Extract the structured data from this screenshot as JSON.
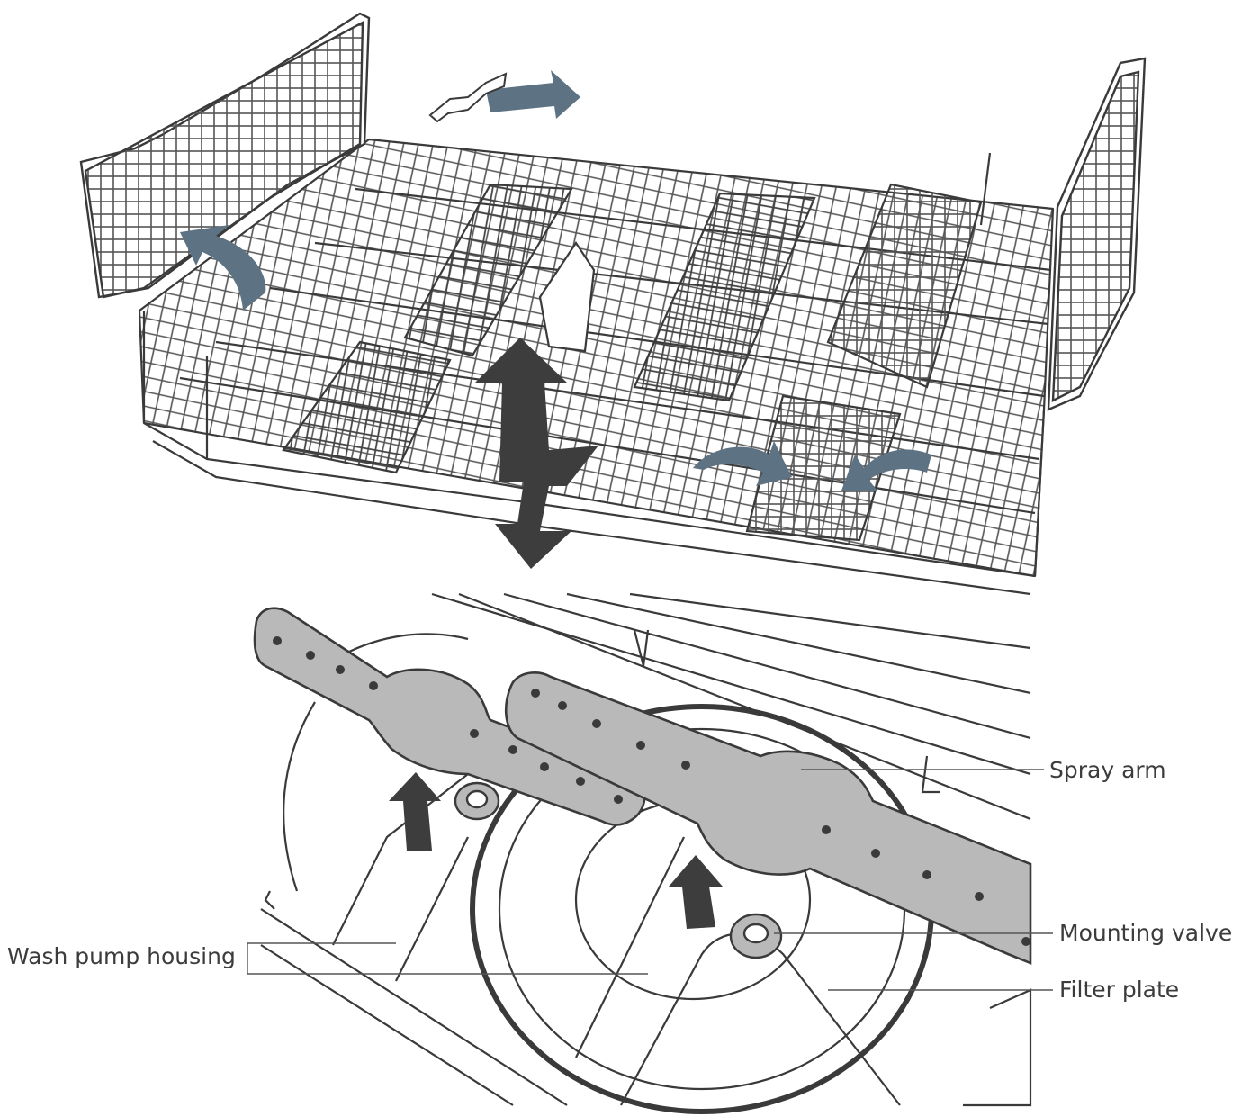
{
  "labels": {
    "spray_arm": "Spray arm",
    "mounting_valve": "Mounting valve",
    "filter_plate": "Filter plate",
    "wash_pump_housing": "Wash pump housing"
  },
  "colors": {
    "line": "#3a3a3a",
    "arrow_blue": "#5d7283",
    "arrow_dark": "#3d3d3d",
    "arm_fill": "#b9b9b9",
    "label_text": "#3c3c3c"
  },
  "icons": [
    "slide-arrow-icon",
    "fold-arrow-icon",
    "height-adjust-arrow-icon",
    "lift-arrow-icon"
  ]
}
